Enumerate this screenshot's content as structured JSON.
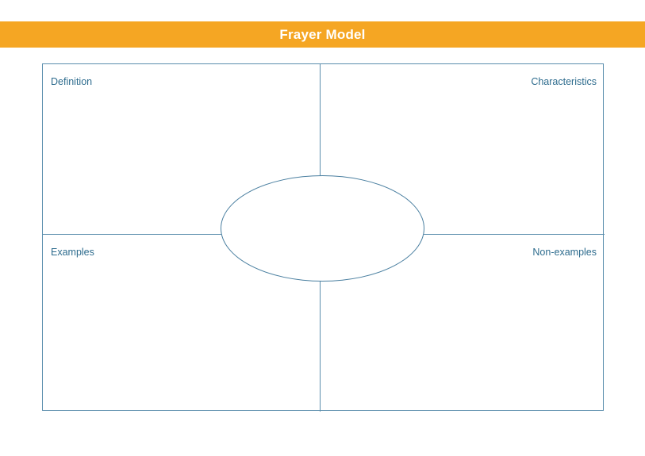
{
  "page": {
    "title": "Frayer Model",
    "background_color": "#ffffff"
  },
  "banner": {
    "label": "Frayer Model",
    "background_color": "#f5a623",
    "text_color": "#ffffff"
  },
  "diagram": {
    "type": "frayer-model",
    "line_color": "#5b8ead",
    "label_color": "#2e6c8e",
    "center_shape": "ellipse",
    "center_text": "",
    "quadrants": [
      {
        "key": "definition",
        "label": "Definition",
        "align": "left",
        "row": "top",
        "content": ""
      },
      {
        "key": "characteristics",
        "label": "Characteristics",
        "align": "right",
        "row": "top",
        "content": ""
      },
      {
        "key": "examples",
        "label": "Examples",
        "align": "left",
        "row": "bottom",
        "content": ""
      },
      {
        "key": "nonexamples",
        "label": "Non-examples",
        "align": "right",
        "row": "bottom",
        "content": ""
      }
    ]
  }
}
